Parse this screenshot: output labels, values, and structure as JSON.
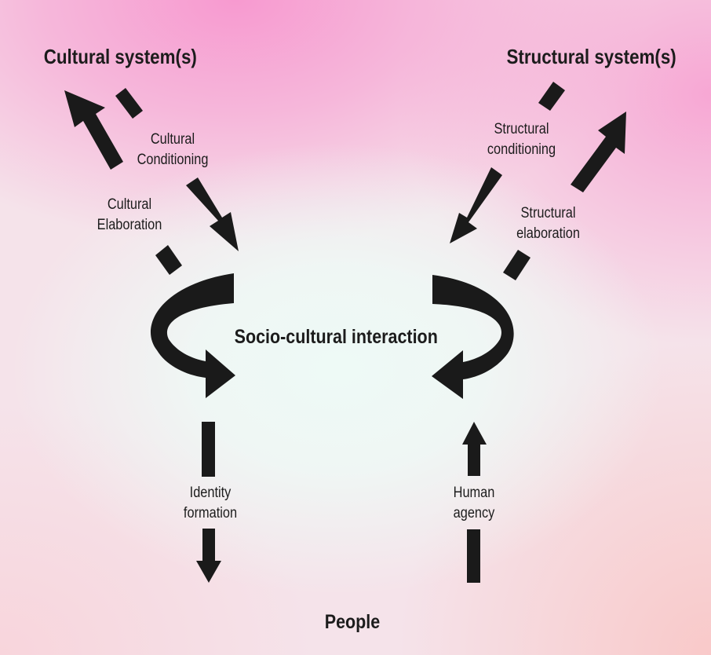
{
  "cultural_system": "Cultural system(s)",
  "structural_system": "Structural system(s)",
  "cultural_conditioning": [
    "Cultural",
    "Conditioning"
  ],
  "cultural_elaboration": [
    "Cultural",
    "Elaboration"
  ],
  "structural_conditioning": [
    "Structural",
    "conditioning"
  ],
  "structural_elaboration": [
    "Structural",
    "elaboration"
  ],
  "center": "Socio-cultural interaction",
  "identity_formation": [
    "Identity",
    "formation"
  ],
  "human_agency": [
    "Human",
    "agency"
  ],
  "people": "People",
  "colors": {
    "arrow": "#1a1a1a"
  }
}
